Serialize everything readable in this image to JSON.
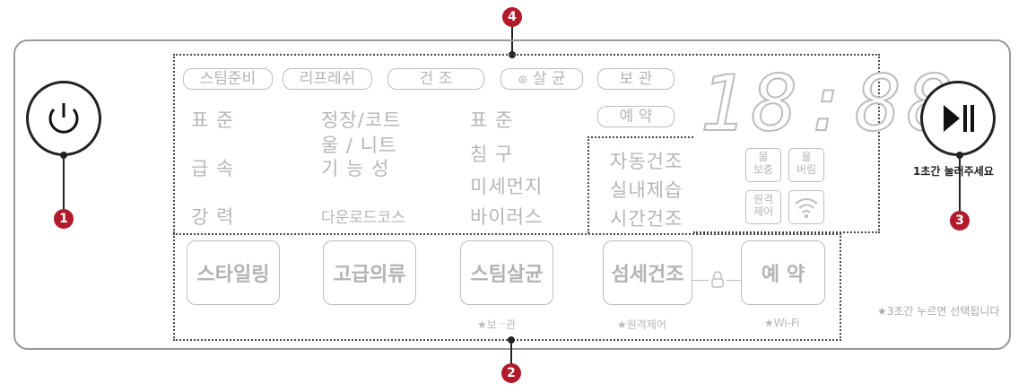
{
  "callouts": [
    "1",
    "2",
    "3",
    "4"
  ],
  "power_button": {
    "icon": "power-icon"
  },
  "play_pause_button": {
    "icon": "play-pause-icon",
    "hint": "1초간 눌러주세요"
  },
  "course_chips": [
    "스팀준비",
    "리프레쉬",
    "건    조",
    "살 균",
    "보    관",
    "예    약"
  ],
  "display_time": "18:88",
  "column1": [
    "표   준",
    "급   속",
    "강   력"
  ],
  "column2": [
    "정장/코트",
    "울 / 니트",
    "기 능 성",
    "다운로드코스"
  ],
  "column3": [
    "표   준",
    "침   구",
    "미세먼지",
    "바이러스"
  ],
  "column4": [
    "자동건조",
    "실내제습",
    "시간건조"
  ],
  "indicators": {
    "water_supply": "물\n보충",
    "water_drain": "물\n버림",
    "remote": "원격\n제어",
    "wifi_icon": "wifi-icon"
  },
  "buttons": [
    {
      "label": "스타일링",
      "sub": ""
    },
    {
      "label": "고급의류",
      "sub": ""
    },
    {
      "label": "스팀살균",
      "sub": "★보  ⁻관"
    },
    {
      "label": "섬세건조",
      "sub": "★원격제어"
    },
    {
      "label": "예   약",
      "sub": "★Wi-Fi"
    }
  ],
  "note": "★3초간 누르면 선택됩니다"
}
